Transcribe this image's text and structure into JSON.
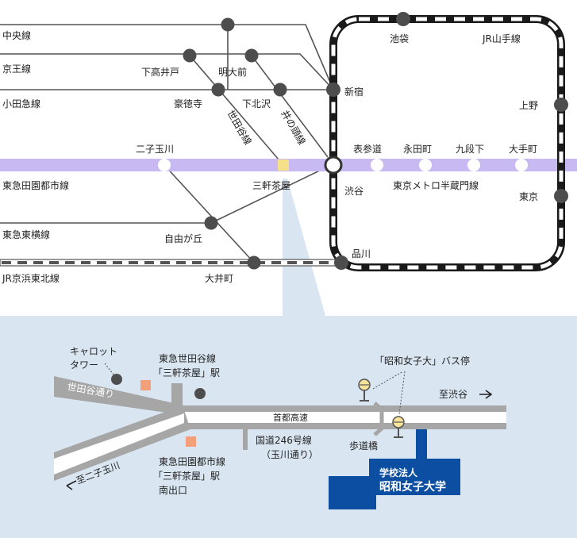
{
  "colors": {
    "line_gray": "#555555",
    "station_gray": "#4d4d4d",
    "hanzomon_line": "#c8b9f2",
    "yamanote_dark": "#1a1a1a",
    "area_bg": "#d9e6f2",
    "road_gray": "#a6a6a6",
    "university_blue": "#0b4ea2",
    "exit_orange": "#f3a07a",
    "stop_yellow": "#f7e39a",
    "sangenjaya_station": "#f7e08a"
  },
  "lines": {
    "chuo": "中央線",
    "keio": "京王線",
    "odakyu": "小田急線",
    "denentoshi": "東急田園都市線",
    "toyoko": "東急東横線",
    "keihin_tohoku": "JR京浜東北線",
    "yamanote": "JR山手線",
    "hanzomon": "東京メトロ半蔵門線",
    "setagaya": "世田谷線",
    "inokashira": "井の頭線"
  },
  "stations": {
    "shimotakaido": "下高井戸",
    "meidaimae": "明大前",
    "gotokuji": "豪徳寺",
    "shimokitazawa": "下北沢",
    "futakotamagawa": "二子玉川",
    "sangenjaya": "三軒茶屋",
    "jiyugaoka": "自由が丘",
    "oimachi": "大井町",
    "ikebukuro": "池袋",
    "shinjuku": "新宿",
    "shibuya": "渋谷",
    "shinagawa": "品川",
    "ueno": "上野",
    "tokyo": "東京",
    "omotesando": "表参道",
    "nagatacho": "永田町",
    "kudanshita": "九段下",
    "otemachi": "大手町"
  },
  "area_map": {
    "carrot_tower": [
      "キャロット",
      "タワー"
    ],
    "setagaya_exit": [
      "東急世田谷線",
      "「三軒茶屋」駅"
    ],
    "denentoshi_exit": [
      "東急田園都市線",
      "「三軒茶屋」駅",
      "南出口"
    ],
    "bus_stop": "「昭和女子大」バス停",
    "to_shibuya": "至渋谷",
    "to_futako": "至二子玉川",
    "setagaya_dori": "世田谷通り",
    "shuto_expressway": "首都高速",
    "route246": [
      "国道246号線",
      "（玉川通り）"
    ],
    "footbridge": "歩道橋",
    "university": [
      "学校法人",
      "昭和女子大学"
    ]
  }
}
